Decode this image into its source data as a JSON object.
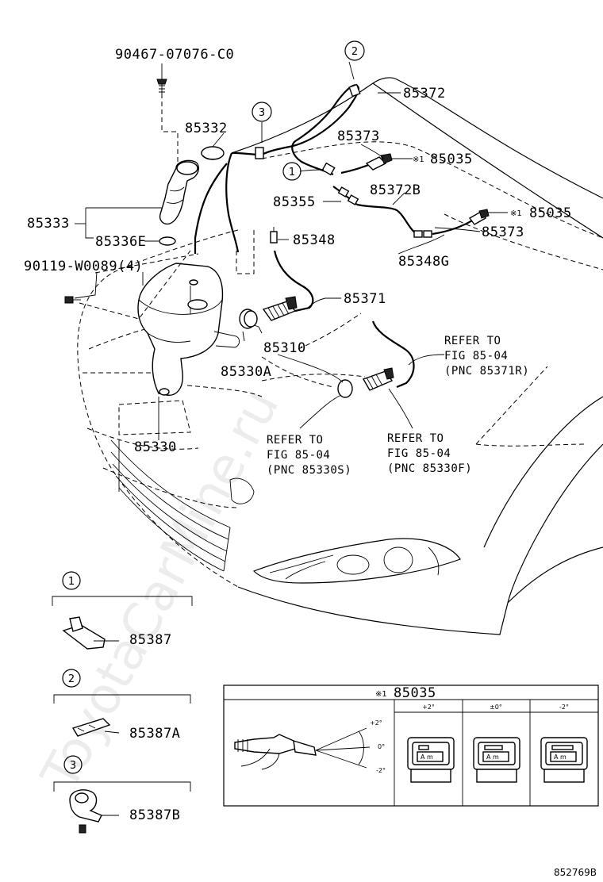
{
  "watermark": "ToyotaCarMine.ru",
  "labels": {
    "p90467": "90467-07076-C0",
    "p85372": "85372",
    "p85332": "85332",
    "p85373a": "85373",
    "p85035a": "85035",
    "p85333": "85333",
    "p85372b": "85372B",
    "p85355": "85355",
    "p85035b": "85035",
    "p85373b": "85373",
    "p85336e": "85336E",
    "p85348": "85348",
    "p85348g": "85348G",
    "p90119": "90119-W0089(4)",
    "p85371": "85371",
    "p85310": "85310",
    "p85330a": "85330A",
    "p85330": "85330"
  },
  "ref_marks": {
    "mark_a": "※1",
    "mark_b": "※1"
  },
  "callouts": {
    "c1": "1",
    "c2": "2",
    "c3": "3"
  },
  "refer_notes": {
    "r1_line1": "REFER TO",
    "r1_line2": "FIG 85-04",
    "r1_line3": "(PNC 85371R)",
    "r2_line1": "REFER TO",
    "r2_line2": "FIG 85-04",
    "r2_line3": "(PNC 85330S)",
    "r3_line1": "REFER TO",
    "r3_line2": "FIG 85-04",
    "r3_line3": "(PNC 85330F)"
  },
  "clips": [
    {
      "num": "1",
      "part": "85387"
    },
    {
      "num": "2",
      "part": "85387A"
    },
    {
      "num": "3",
      "part": "85387B"
    }
  ],
  "table": {
    "mark": "※1",
    "part": "85035",
    "angle_plus": "+2°",
    "angle_zero": "0°",
    "angle_minus": "-2°",
    "col_plus": "+2°",
    "col_zero": "±0°",
    "col_minus": "-2°",
    "window_text": "A m"
  },
  "figure_code": "852769B"
}
